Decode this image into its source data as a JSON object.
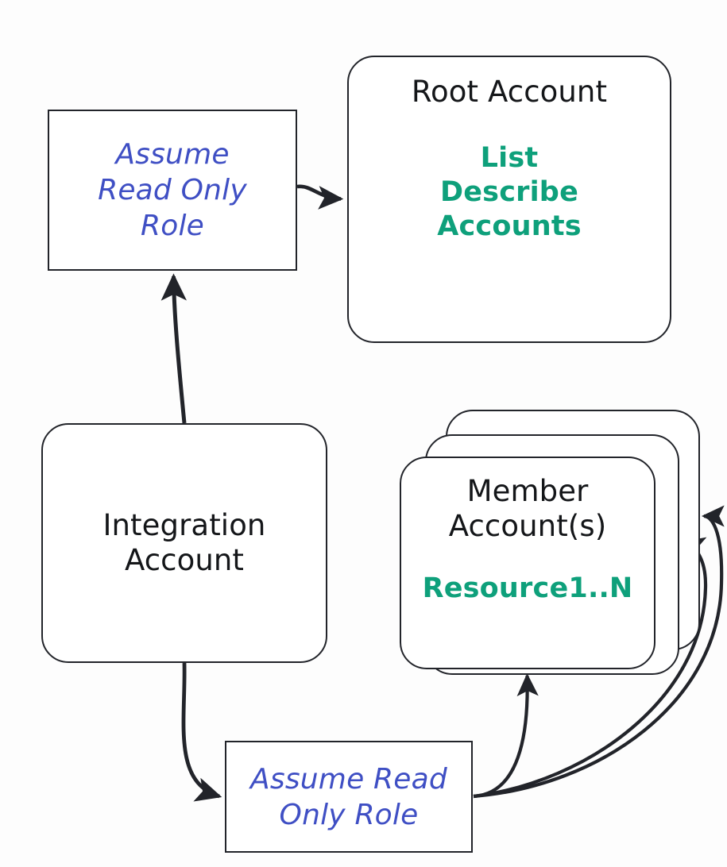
{
  "diagram": {
    "title": "AWS Organizations cross-account read-only access flow",
    "background_color": "#fdfdfd",
    "stroke_color": "#22242a",
    "colors": {
      "node_text": "#141619",
      "accent_green": "#0ea07b",
      "role_blue": "#3f4fc4",
      "border": "#22242a"
    }
  },
  "nodes": {
    "assume_role_top": {
      "label": "Assume Read Only Role",
      "line1": "Assume",
      "line2": "Read Only",
      "line3": "Role",
      "shape": "rectangle",
      "text_color": "#3f4fc4",
      "style": "italic"
    },
    "root_account": {
      "title": "Root Account",
      "action_line1": "List",
      "action_line2": "Describe",
      "action_line3": "Accounts",
      "shape": "rounded-rectangle",
      "accent_color": "#0ea07b"
    },
    "integration_account": {
      "line1": "Integration",
      "line2": "Account",
      "shape": "rounded-rectangle"
    },
    "member_accounts": {
      "line1": "Member",
      "line2": "Account(s)",
      "resource_label": "Resource1..N",
      "shape": "stacked-rounded-rectangles",
      "card_count": 3,
      "accent_color": "#0ea07b"
    },
    "assume_role_bottom": {
      "label": "Assume Read Only Role",
      "line1": "Assume Read",
      "line2": "Only Role",
      "shape": "rectangle",
      "text_color": "#3f4fc4",
      "style": "italic"
    }
  },
  "edges": [
    {
      "id": "integration-to-assume-top",
      "from": "integration_account",
      "to": "assume_role_top",
      "arrowhead": "to",
      "style": "curved"
    },
    {
      "id": "assume-top-to-root",
      "from": "assume_role_top",
      "to": "root_account",
      "arrowhead": "to",
      "style": "curved"
    },
    {
      "id": "integration-to-assume-bottom",
      "from": "integration_account",
      "to": "assume_role_bottom",
      "arrowhead": "to",
      "style": "curved"
    },
    {
      "id": "assume-bottom-to-member-front",
      "from": "assume_role_bottom",
      "to": "member_accounts",
      "arrowhead": "to",
      "style": "curved"
    },
    {
      "id": "assume-bottom-to-member-mid",
      "from": "assume_role_bottom",
      "to": "member_accounts",
      "arrowhead": "to",
      "style": "curved"
    },
    {
      "id": "assume-bottom-to-member-back",
      "from": "assume_role_bottom",
      "to": "member_accounts",
      "arrowhead": "to",
      "style": "curved"
    }
  ]
}
